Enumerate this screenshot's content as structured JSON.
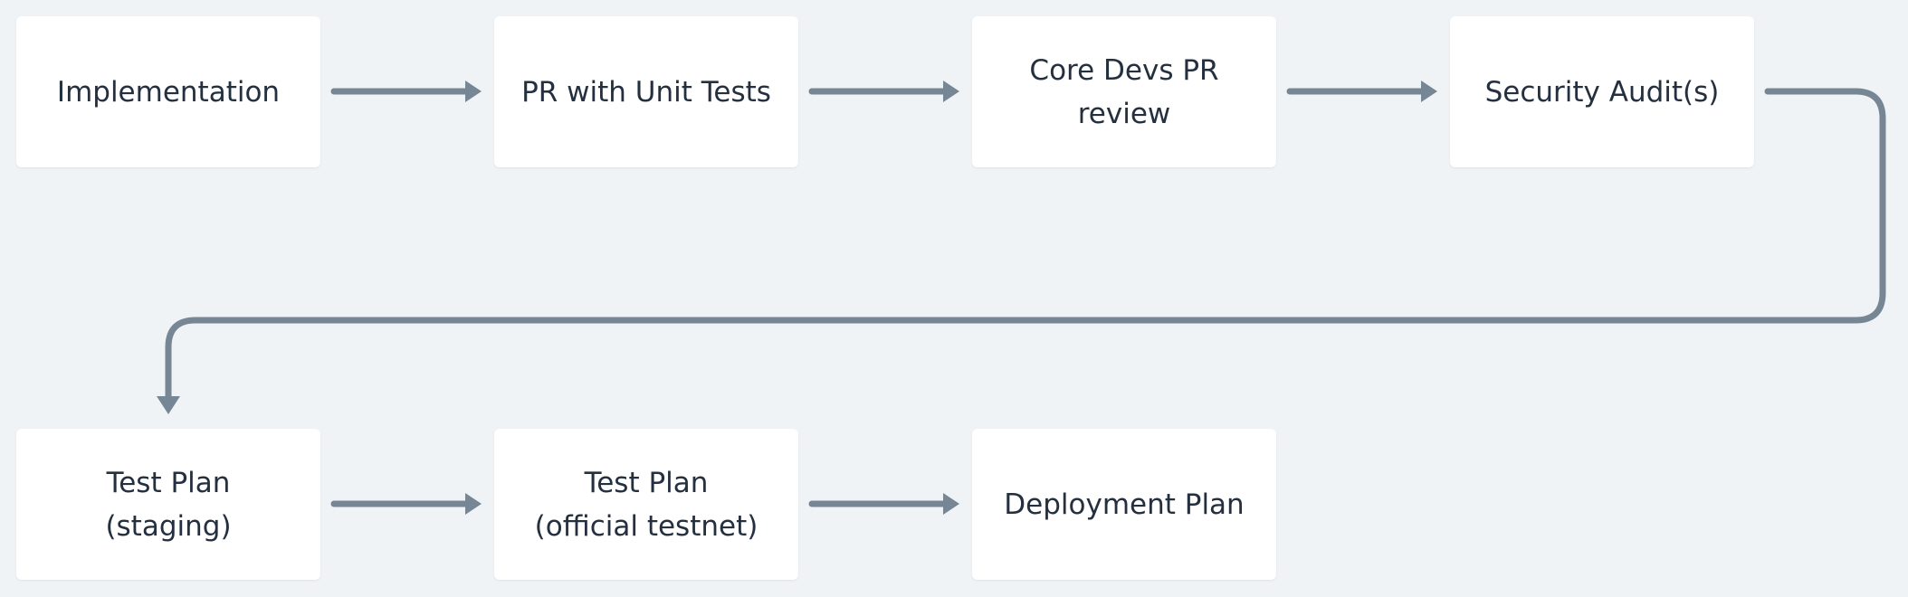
{
  "diagram": {
    "nodes": [
      {
        "id": "implementation",
        "label": "Implementation"
      },
      {
        "id": "pr-with-unit-tests",
        "label": "PR with Unit Tests"
      },
      {
        "id": "core-devs-pr-review",
        "label": "Core Devs PR\nreview"
      },
      {
        "id": "security-audits",
        "label": "Security Audit(s)"
      },
      {
        "id": "test-plan-staging",
        "label": "Test Plan\n(staging)"
      },
      {
        "id": "test-plan-official-testnet",
        "label": "Test Plan\n(official testnet)"
      },
      {
        "id": "deployment-plan",
        "label": "Deployment Plan"
      }
    ],
    "edges": [
      {
        "from": "implementation",
        "to": "pr-with-unit-tests"
      },
      {
        "from": "pr-with-unit-tests",
        "to": "core-devs-pr-review"
      },
      {
        "from": "core-devs-pr-review",
        "to": "security-audits"
      },
      {
        "from": "security-audits",
        "to": "test-plan-staging"
      },
      {
        "from": "test-plan-staging",
        "to": "test-plan-official-testnet"
      },
      {
        "from": "test-plan-official-testnet",
        "to": "deployment-plan"
      }
    ],
    "colors": {
      "background": "#eff3f6",
      "node_fill": "#ffffff",
      "node_text": "#24303f",
      "connector": "#778694"
    }
  }
}
